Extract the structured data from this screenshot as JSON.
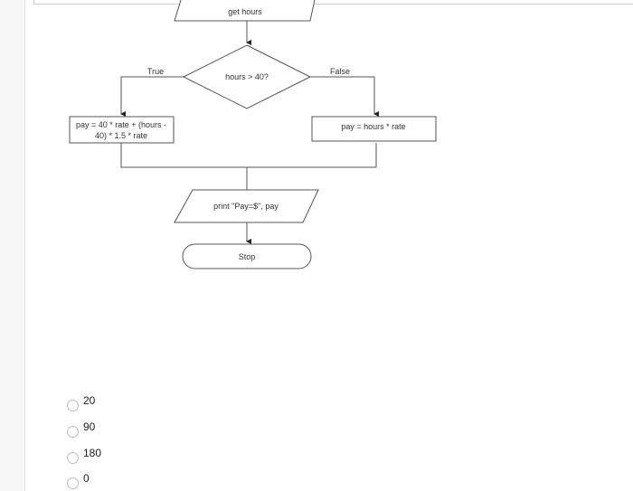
{
  "flowchart": {
    "input_label": "get hours",
    "decision": "hours > 40?",
    "true_label": "True",
    "false_label": "False",
    "true_process_line1": "pay = 40 * rate + (hours -",
    "true_process_line2": "40) * 1.5 * rate",
    "false_process": "pay = hours * rate",
    "output": "print \"Pay=$\", pay",
    "terminator": "Stop"
  },
  "options": [
    {
      "label": "20",
      "selected": false
    },
    {
      "label": "90",
      "selected": false
    },
    {
      "label": "180",
      "selected": false
    },
    {
      "label": "0",
      "selected": false
    }
  ]
}
